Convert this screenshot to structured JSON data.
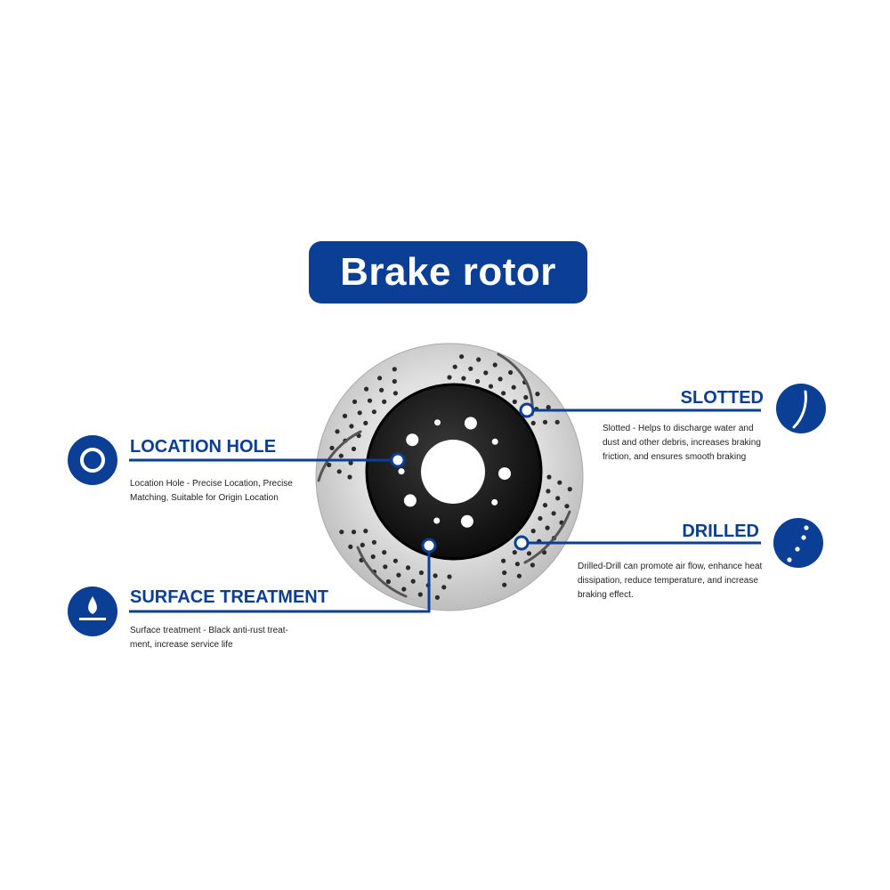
{
  "title": "Brake rotor",
  "callouts": {
    "location_hole": {
      "title": "LOCATION HOLE",
      "desc_lines": [
        "Location Hole - Precise Location, Precise",
        "Matching, Suitable for Origin Location"
      ],
      "icon": "ring-icon"
    },
    "surface_treatment": {
      "title": "SURFACE TREATMENT",
      "desc_lines": [
        "Surface treatment - Black anti-rust treat-",
        "ment, increase service life"
      ],
      "icon": "drop-icon"
    },
    "slotted": {
      "title": "SLOTTED",
      "desc_lines": [
        "Slotted - Helps to discharge water and",
        "dust and other debris, increases braking",
        "friction, and ensures smooth braking"
      ],
      "icon": "slot-icon"
    },
    "drilled": {
      "title": "DRILLED",
      "desc_lines": [
        "Drilled-Drill can promote air flow, enhance heat",
        "dissipation, reduce temperature, and increase",
        "braking effect."
      ],
      "icon": "holes-icon"
    }
  },
  "colors": {
    "brand": "#0a3f95",
    "hat": "#151515",
    "disc": "#dcdcdc"
  }
}
